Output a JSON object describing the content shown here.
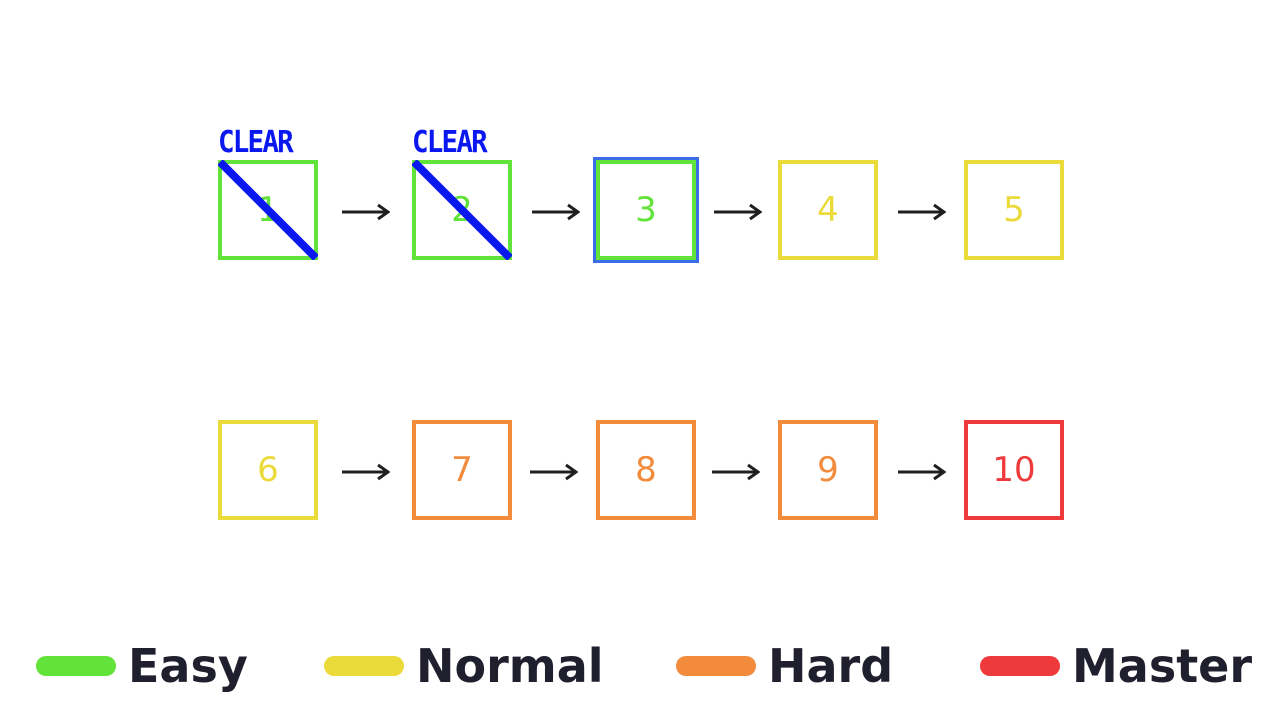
{
  "levels": [
    {
      "number": "1",
      "difficulty": "easy",
      "cleared": true,
      "selected": false
    },
    {
      "number": "2",
      "difficulty": "easy",
      "cleared": true,
      "selected": false
    },
    {
      "number": "3",
      "difficulty": "easy",
      "cleared": false,
      "selected": true
    },
    {
      "number": "4",
      "difficulty": "normal",
      "cleared": false,
      "selected": false
    },
    {
      "number": "5",
      "difficulty": "normal",
      "cleared": false,
      "selected": false
    },
    {
      "number": "6",
      "difficulty": "normal",
      "cleared": false,
      "selected": false
    },
    {
      "number": "7",
      "difficulty": "hard",
      "cleared": false,
      "selected": false
    },
    {
      "number": "8",
      "difficulty": "hard",
      "cleared": false,
      "selected": false
    },
    {
      "number": "9",
      "difficulty": "hard",
      "cleared": false,
      "selected": false
    },
    {
      "number": "10",
      "difficulty": "master",
      "cleared": false,
      "selected": false
    }
  ],
  "clear_label": "CLEAR",
  "arrow_icon": "right-arrow-icon",
  "legend": [
    {
      "label": "Easy",
      "color": "#62e33a"
    },
    {
      "label": "Normal",
      "color": "#ebdb3a"
    },
    {
      "label": "Hard",
      "color": "#f28b3c"
    },
    {
      "label": "Master",
      "color": "#ee3a3a"
    }
  ],
  "colors": {
    "clear": "#0a18f0",
    "selected_outline": "#3a6ee8",
    "arrow": "#1f1f1f",
    "legend_text": "#1f1f2e"
  }
}
